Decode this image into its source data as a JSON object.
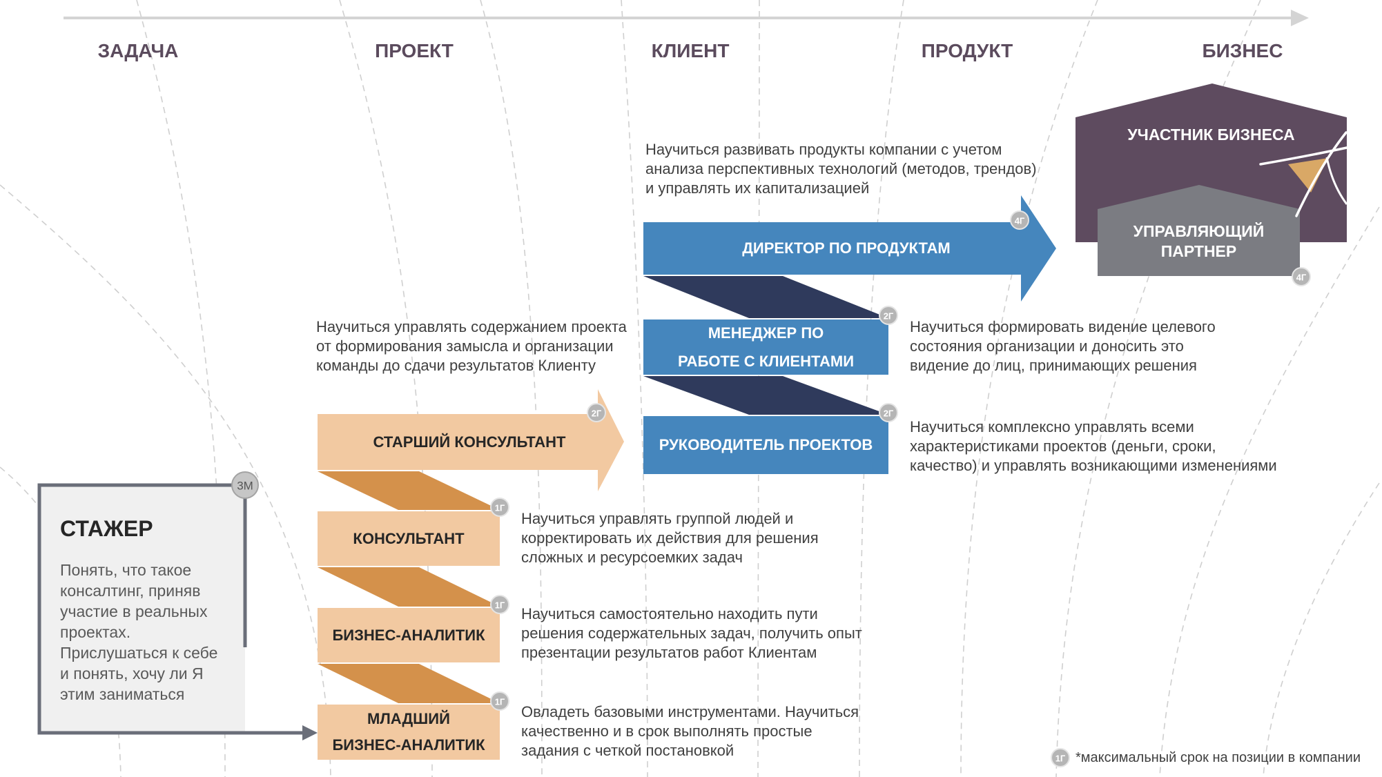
{
  "stages": [
    {
      "label": "ЗАДАЧА"
    },
    {
      "label": "ПРОЕКТ"
    },
    {
      "label": "КЛИЕНТ"
    },
    {
      "label": "ПРОДУКТ"
    },
    {
      "label": "БИЗНЕС"
    }
  ],
  "intern": {
    "title": "СТАЖЕР",
    "term": "3М",
    "goal": "Понять, что такое\nконсалтинг, приняв\nучастие в реальных\nпроектах.\nПрислушаться к себе\nи понять, хочу ли Я\nэтим заниматься"
  },
  "consulting_track": [
    {
      "title": "МЛАДШИЙ\nБИЗНЕС-АНАЛИТИК",
      "term": "1Г",
      "goal": "Овладеть базовыми инструментами. Научиться\nкачественно и в срок выполнять простые\nзадания с четкой постановкой"
    },
    {
      "title": "БИЗНЕС-АНАЛИТИК",
      "term": "1Г",
      "goal": "Научиться самостоятельно находить пути\nрешения содержательных задач, получить опыт\nпрезентации результатов работ Клиентам"
    },
    {
      "title": "КОНСУЛЬТАНТ",
      "term": "1Г",
      "goal": "Научиться управлять группой людей и\nкорректировать их действия для решения\nсложных и ресурсоемких задач"
    },
    {
      "title": "СТАРШИЙ КОНСУЛЬТАНТ",
      "term": "2Г",
      "goal": "Научиться управлять содержанием проекта\nот формирования замысла и организации\nкоманды до сдачи результатов Клиенту"
    }
  ],
  "management_track": [
    {
      "title": "РУКОВОДИТЕЛЬ ПРОЕКТОВ",
      "term": "2Г",
      "goal": "Научиться комплексно управлять всеми\nхарактеристиками проектов (деньги, сроки,\nкачество) и управлять возникающими изменениями"
    },
    {
      "title": "МЕНЕДЖЕР ПО\nРАБОТЕ С КЛИЕНТАМИ",
      "term": "2Г",
      "goal": "Научиться формировать видение целевого\nсостояния организации и доносить это\nвидение до лиц, принимающих решения"
    },
    {
      "title": "ДИРЕКТОР ПО ПРОДУКТАМ",
      "term": "4Г",
      "goal": "Научиться развивать продукты компании с учетом\nанализа перспективных технологий (методов, трендов)\nи управлять их капитализацией"
    }
  ],
  "business_track": [
    {
      "title": "УПРАВЛЯЮЩИЙ\nПАРТНЕР",
      "term": "4Г"
    },
    {
      "title": "УЧАСТНИК БИЗНЕСА"
    }
  ],
  "footnote": {
    "term": "1Г",
    "text": "*максимальный срок на позиции в компании"
  },
  "colors": {
    "stage_text": "#5b4b5d",
    "timeline": "#d4d4d4",
    "intern_card": "#f0f0f0",
    "connector": "#6a6e79",
    "consulting_box": "#f2c9a1",
    "consulting_fold": "#d4914b",
    "management_box": "#4586bd",
    "management_fold": "#2f3a5c",
    "business_participant": "#5e4b5f",
    "managing_partner": "#7b7c82",
    "logo_accent": "#d9a866"
  }
}
